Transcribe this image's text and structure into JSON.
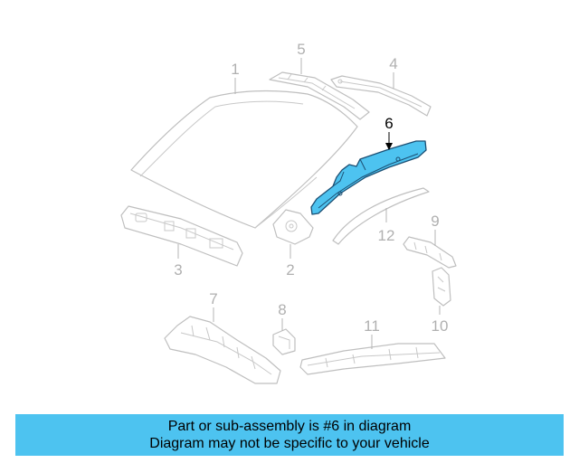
{
  "diagram": {
    "highlighted_part": "6",
    "callouts": {
      "p1": "1",
      "p2": "2",
      "p3": "3",
      "p4": "4",
      "p5": "5",
      "p6": "6",
      "p7": "7",
      "p8": "8",
      "p9": "9",
      "p10": "10",
      "p11": "11",
      "p12": "12"
    },
    "colors": {
      "highlight_fill": "#4dc3f0",
      "highlight_outline": "#1c4f73",
      "part_outline": "#bfbfbf",
      "callout_text": "#b0b0b0",
      "banner_background": "#4dc3f0"
    }
  },
  "banner": {
    "line1": "Part or sub-assembly is #6 in diagram",
    "line2": "Diagram may not be specific to your vehicle"
  }
}
